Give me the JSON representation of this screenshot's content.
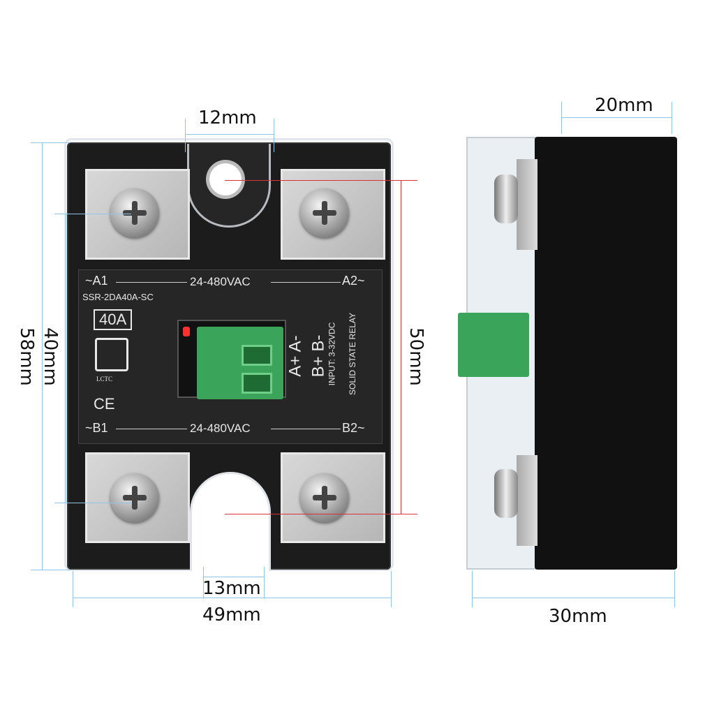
{
  "dimensions": {
    "top_width": "12mm",
    "side_top_width": "20mm",
    "left_height": "58mm",
    "inner_height": "40mm",
    "right_height": "50mm",
    "bottom_slot": "13mm",
    "total_width": "49mm",
    "side_depth": "30mm"
  },
  "relay": {
    "a1": "~A1",
    "a2": "A2~",
    "b1": "~B1",
    "b2": "B2~",
    "voltage_top": "24-480VAC",
    "voltage_bottom": "24-480VAC",
    "model": "SSR-2DA40A-SC",
    "current": "40A",
    "brand": "LCTC",
    "ce": "CE",
    "input_a": "A+ A-",
    "input_b": "B+ B-",
    "input_spec": "INPUT: 3-32VDC",
    "type": "SOLID STATE RELAY"
  },
  "colors": {
    "dimension_line": "#8ec6ea",
    "marker_line": "#d9323a",
    "connector": "#3aa55a"
  }
}
